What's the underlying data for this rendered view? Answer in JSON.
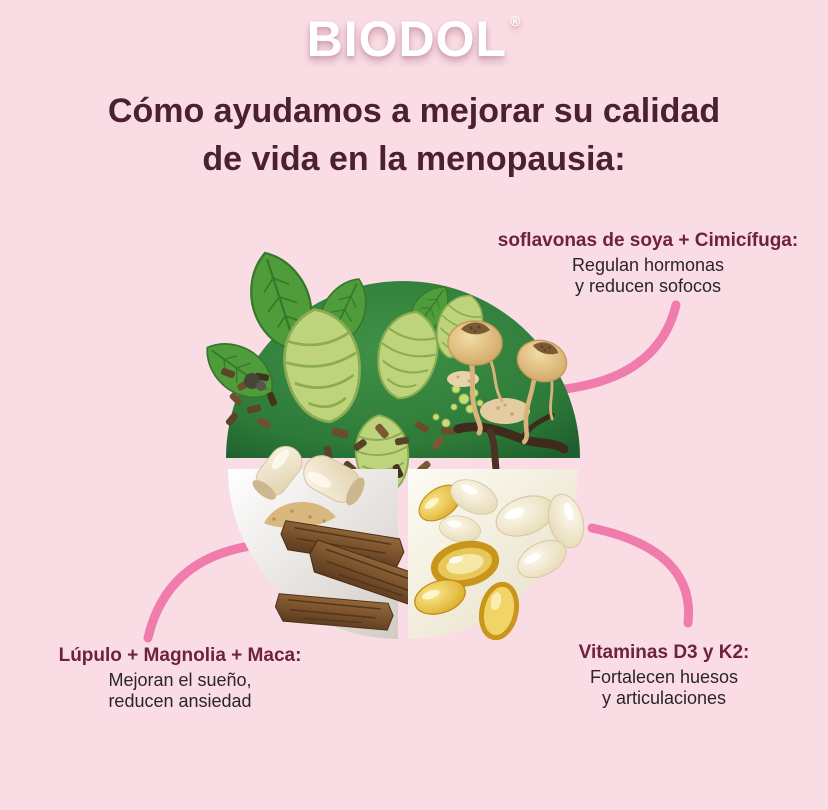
{
  "page": {
    "background_color": "#FADDE4"
  },
  "brand": {
    "name": "BIODOL",
    "registered_mark": "®"
  },
  "headline": {
    "line1": "Cómo ayudamos a mejorar su calidad",
    "line2": "de vida en la menopausia:"
  },
  "callouts": {
    "isoflavones": {
      "title": "soflavonas de soya + Cimicífuga:",
      "lines": [
        "Regulan hormonas",
        "y reducen sofocos"
      ]
    },
    "sleep": {
      "title": "Lúpulo + Magnolia + Maca:",
      "lines": [
        "Mejoran el sueño,",
        "reducen ansiedad"
      ]
    },
    "vitamins": {
      "title": "Vitaminas D3 y K2:",
      "lines": [
        "Fortalecen huesos",
        "y articulaciones"
      ]
    }
  },
  "illustration": {
    "segments": [
      {
        "name": "botanicals-segment",
        "icons": [
          "hop-cone-icon",
          "leaf-icon",
          "maca-root-icon",
          "dark-root-icon",
          "powder-pile",
          "herb-bits"
        ]
      },
      {
        "name": "capsule-bark-segment",
        "icons": [
          "open-capsule-icon",
          "powder-spill",
          "bark-pieces-icon"
        ]
      },
      {
        "name": "softgel-segment",
        "icons": [
          "softgel-icon"
        ]
      }
    ]
  },
  "colors": {
    "background": "#FADDE4",
    "logo": "#FFFFFF",
    "headline": "#4B2132",
    "callout_title": "#6E2140",
    "callout_body": "#2B242B",
    "connector": "#F07CAB",
    "green": "#2E7B39"
  }
}
